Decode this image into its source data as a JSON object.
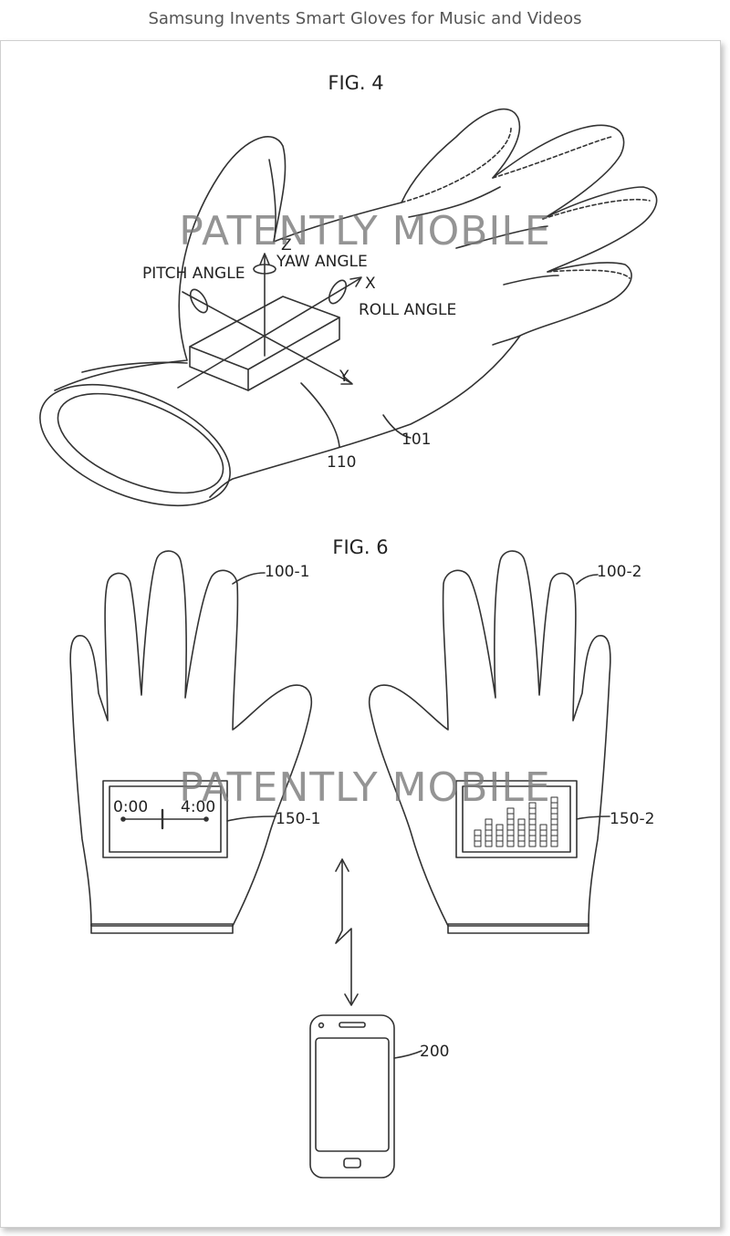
{
  "header": {
    "title": "Samsung Invents Smart Gloves for Music and Videos"
  },
  "fig4": {
    "caption": "FIG. 4",
    "axis_z": "Z",
    "axis_x": "X",
    "axis_y": "Y",
    "yaw_label": "YAW ANGLE",
    "pitch_label": "PITCH ANGLE",
    "roll_label": "ROLL ANGLE",
    "ref_glove": "101",
    "ref_sensor": "110"
  },
  "fig6": {
    "caption": "FIG. 6",
    "ref_left_glove": "100-1",
    "ref_right_glove": "100-2",
    "ref_left_display": "150-1",
    "ref_right_display": "150-2",
    "time_start": "0:00",
    "time_end": "4:00",
    "ref_phone": "200",
    "equalizer_bars": [
      3,
      5,
      4,
      7,
      5,
      8,
      4,
      9
    ]
  },
  "watermark": {
    "text": "PATENTLY MOBILE"
  },
  "colors": {
    "line": "#333333",
    "watermark": "#7a7a7a"
  }
}
